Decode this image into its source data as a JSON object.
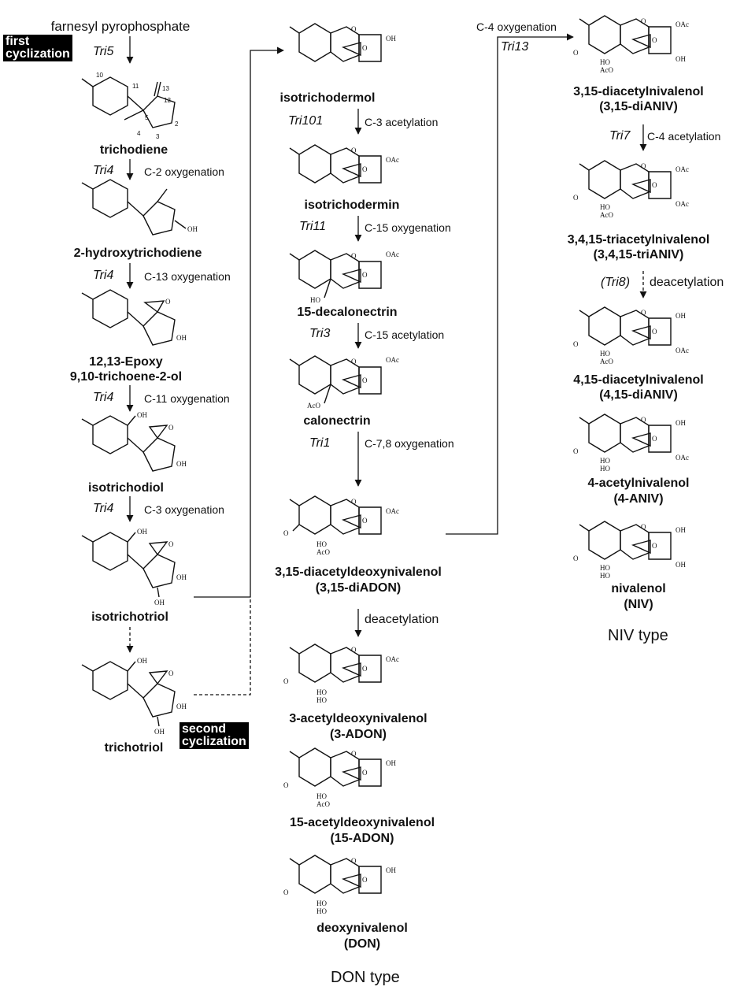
{
  "badges": {
    "first": "first\ncyclization",
    "second": "second\ncyclization"
  },
  "types": {
    "don": "DON type",
    "niv": "NIV type"
  },
  "compounds": {
    "fpp": "farnesyl pyrophosphate",
    "trichodiene": "trichodiene",
    "hydroxytrichodiene": "2-hydroxytrichodiene",
    "epoxy1": "12,13-Epoxy",
    "epoxy2": "9,10-trichoene-2-ol",
    "isotrichodiol": "isotrichodiol",
    "isotrichotriol": "isotrichotriol",
    "trichotriol": "trichotriol",
    "isotrichodermol": "isotrichodermol",
    "isotrichodermin": "isotrichodermin",
    "decalonectrin": "15-decalonectrin",
    "calonectrin": "calonectrin",
    "diadon1": "3,15-diacetyldeoxynivalenol",
    "diadon2": "(3,15-diADON)",
    "adon3a": "3-acetyldeoxynivalenol",
    "adon3b": "(3-ADON)",
    "adon15a": "15-acetyldeoxynivalenol",
    "adon15b": "(15-ADON)",
    "don1": "deoxynivalenol",
    "don2": "(DON)",
    "dianiv1": "3,15-diacetylnivalenol",
    "dianiv2": "(3,15-diANIV)",
    "trianiv1": "3,4,15-triacetylnivalenol",
    "trianiv2": "(3,4,15-triANIV)",
    "dianiv415a": "4,15-diacetylnivalenol",
    "dianiv415b": "(4,15-diANIV)",
    "aniv1": "4-acetylnivalenol",
    "aniv2": "(4-ANIV)",
    "niv1": "nivalenol",
    "niv2": "(NIV)"
  },
  "genes": {
    "tri5": "Tri5",
    "tri4a": "Tri4",
    "tri4b": "Tri4",
    "tri4c": "Tri4",
    "tri4d": "Tri4",
    "tri101": "Tri101",
    "tri11": "Tri11",
    "tri3": "Tri3",
    "tri1": "Tri1",
    "tri13": "Tri13",
    "tri7": "Tri7",
    "tri8": "(Tri8)"
  },
  "reactions": {
    "c2": "C-2 oxygenation",
    "c13": "C-13 oxygenation",
    "c11": "C-11 oxygenation",
    "c3": "C-3 oxygenation",
    "c3ac": "C-3 acetylation",
    "c15ox": "C-15 oxygenation",
    "c15ac": "C-15 acetylation",
    "c78": "C-7,8 oxygenation",
    "deac1": "deacetylation",
    "c4ox": "C-4 oxygenation",
    "c4ac": "C-4 acetylation",
    "deac2": "deacetylation"
  },
  "atoms": {
    "oh": "OH",
    "oac": "OAc",
    "o": "O",
    "aco": "AcO",
    "ho": "HO"
  }
}
